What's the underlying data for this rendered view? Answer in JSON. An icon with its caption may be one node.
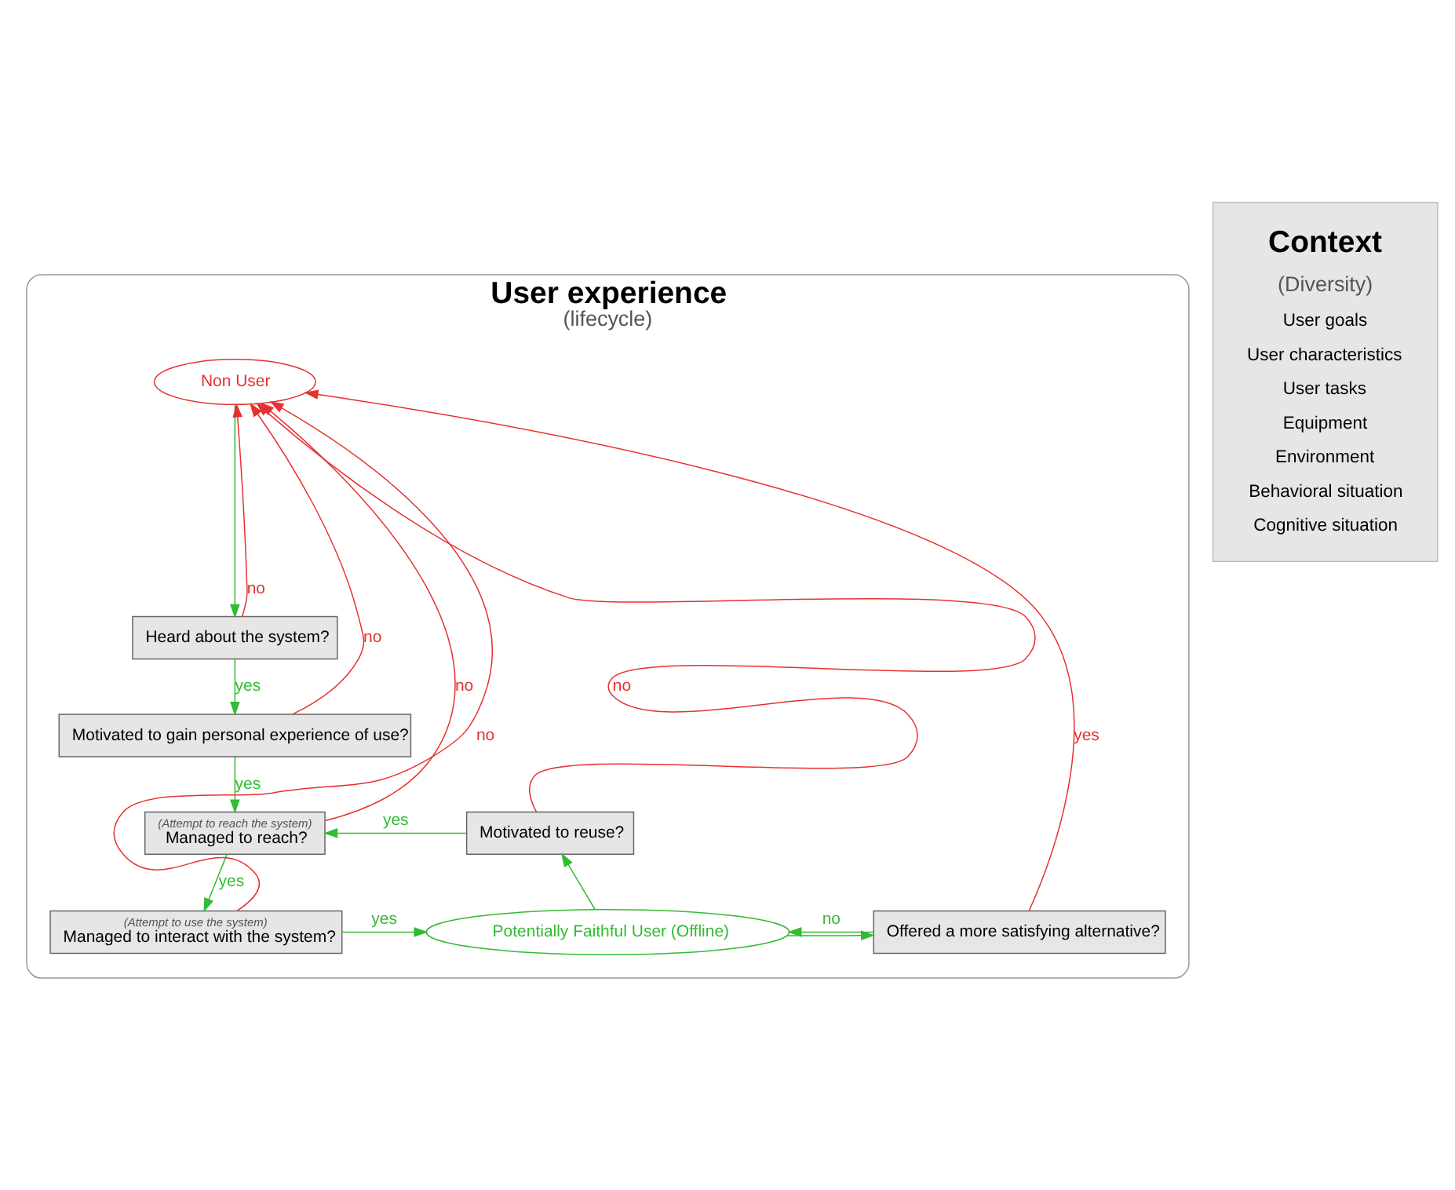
{
  "diagram": {
    "nodes": [
      {
        "text": [
          "User experience",
          "(lifecycle)"
        ]
      },
      {
        "text": [
          "Context",
          "(Diversity)",
          "User goals",
          "User characteristics",
          "User tasks",
          "Equipment",
          "Environment",
          "Behavioral situation",
          "Cognitive situation"
        ]
      },
      {
        "text": [
          "Non User"
        ],
        "in": 0
      },
      {
        "text": [
          "Heard about the system?"
        ],
        "in": 0
      },
      {
        "text": [
          "Motivated to gain personal experience of use?"
        ],
        "in": 0
      },
      {
        "text": [
          "(Attempt to reach the system)",
          "Managed to reach?"
        ],
        "in": 0
      },
      {
        "text": [
          "(Attempt to use the system)",
          "Managed to interact with the system?"
        ],
        "in": 0
      },
      {
        "text": [
          "Motivated to reuse?"
        ],
        "in": 0
      },
      {
        "text": [
          "Potentially Faithful User (Offline)"
        ],
        "in": 0
      },
      {
        "text": [
          "Offered a more satisfying alternative?"
        ],
        "in": 0
      }
    ],
    "edges": [
      {
        "from": 2,
        "to": 3,
        "arrow": "to"
      },
      {
        "from": 3,
        "to": 4,
        "label": "yes",
        "arrow": "to"
      },
      {
        "from": 4,
        "to": 5,
        "label": "yes",
        "arrow": "to"
      },
      {
        "from": 5,
        "to": 6,
        "label": "yes",
        "arrow": "to"
      },
      {
        "from": 6,
        "to": 8,
        "label": "yes",
        "arrow": "to"
      },
      {
        "from": 8,
        "to": 7,
        "arrow": "to"
      },
      {
        "from": 7,
        "to": 5,
        "label": "yes",
        "arrow": "to"
      },
      {
        "from": 8,
        "to": 9,
        "arrow": "to"
      },
      {
        "from": 9,
        "to": 8,
        "label": "no",
        "arrow": "to"
      },
      {
        "from": 3,
        "to": 2,
        "label": "no",
        "arrow": "to",
        "color": "#e8302e"
      },
      {
        "from": 4,
        "to": 2,
        "label": "no",
        "arrow": "to",
        "color": "#e8302e"
      },
      {
        "from": 5,
        "to": 2,
        "label": "no",
        "arrow": "to",
        "color": "#e8302e"
      },
      {
        "from": 6,
        "to": 2,
        "label": "no",
        "arrow": "to",
        "color": "#e8302e"
      },
      {
        "from": 7,
        "to": 2,
        "label": "no",
        "arrow": "to",
        "color": "#e8302e"
      },
      {
        "from": 9,
        "to": 2,
        "label": "yes",
        "arrow": "to",
        "color": "#e8302e"
      }
    ]
  }
}
